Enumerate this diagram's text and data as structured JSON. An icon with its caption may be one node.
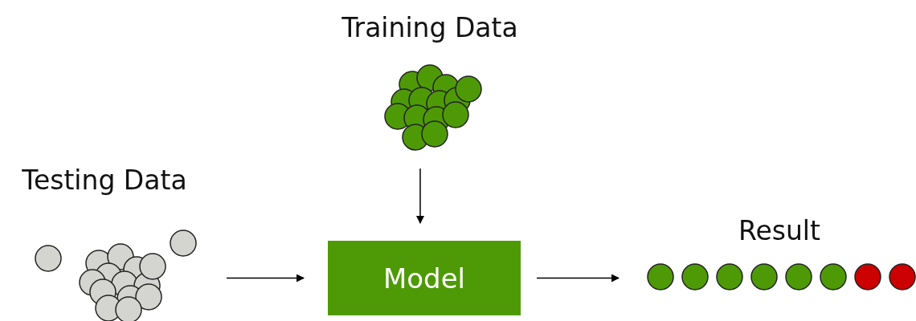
{
  "diagram": {
    "nodes": [
      {
        "text": [
          "Training Data"
        ]
      },
      {
        "text": [
          "Testing Data"
        ]
      },
      {
        "text": [
          "Model"
        ]
      },
      {
        "text": [
          "Result"
        ]
      }
    ],
    "edges": [
      {
        "from": 0,
        "to": 2,
        "arrow": "to"
      },
      {
        "from": 1,
        "to": 2,
        "arrow": "to"
      },
      {
        "from": 2,
        "to": 3,
        "arrow": "to"
      }
    ]
  }
}
